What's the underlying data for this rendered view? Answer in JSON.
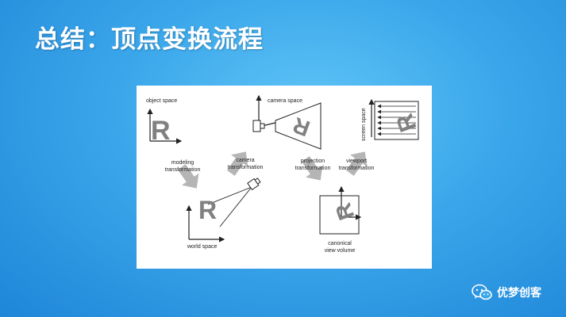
{
  "slide": {
    "title": "总结：顶点变换流程"
  },
  "diagram": {
    "labels": {
      "object_space": "object space",
      "camera_space": "camera space",
      "screen_space": "screen space",
      "modeling_transformation": [
        "modeling",
        "transformation"
      ],
      "camera_transformation": [
        "camera",
        "transformation"
      ],
      "projection_transformation": [
        "projection",
        "transformation"
      ],
      "viewport_transformation": [
        "viewport",
        "transformation"
      ],
      "world_space": "world space",
      "canonical_view_volume": [
        "canonical",
        "view volume"
      ]
    },
    "glyph": "R",
    "colors": {
      "arrow_fill": "#b5b5b5",
      "glyph_fill": "#808080",
      "ink": "#222222"
    }
  },
  "watermark": {
    "text": "优梦创客"
  }
}
